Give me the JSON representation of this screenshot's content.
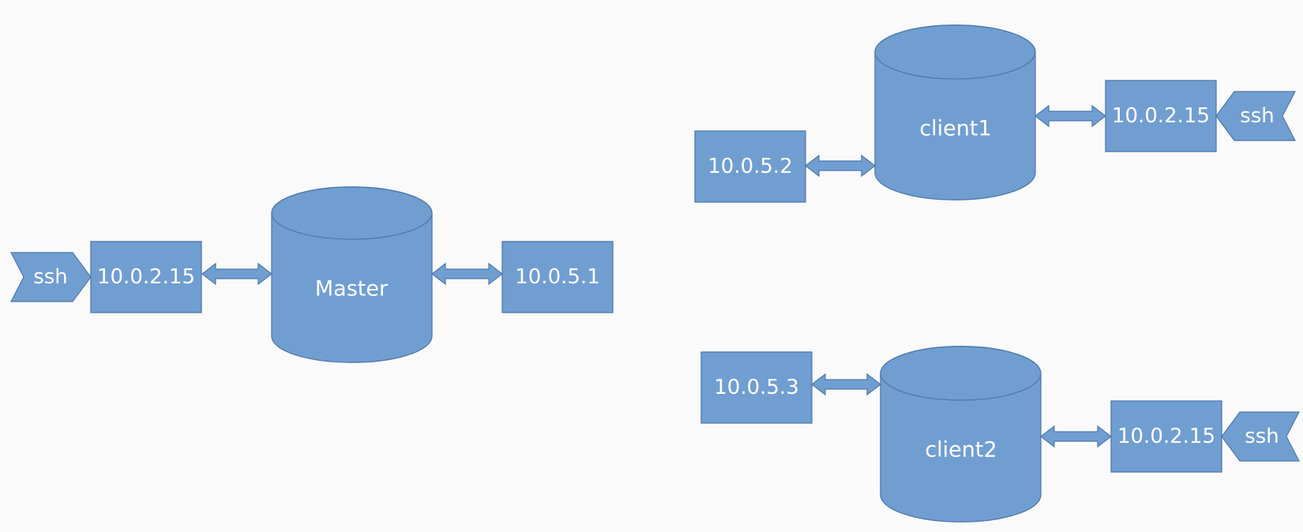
{
  "colors": {
    "background": "#fafafa",
    "shape_fill": "#719ed1",
    "shape_edge": "#4e79ad",
    "label": "#ffffff"
  },
  "master": {
    "name": "Master",
    "ssh": "ssh",
    "external_ip": "10.0.2.15",
    "internal_ip": "10.0.5.1"
  },
  "client1": {
    "name": "client1",
    "ssh": "ssh",
    "external_ip": "10.0.2.15",
    "internal_ip": "10.0.5.2"
  },
  "client2": {
    "name": "client2",
    "ssh": "ssh",
    "external_ip": "10.0.2.15",
    "internal_ip": "10.0.5.3"
  }
}
